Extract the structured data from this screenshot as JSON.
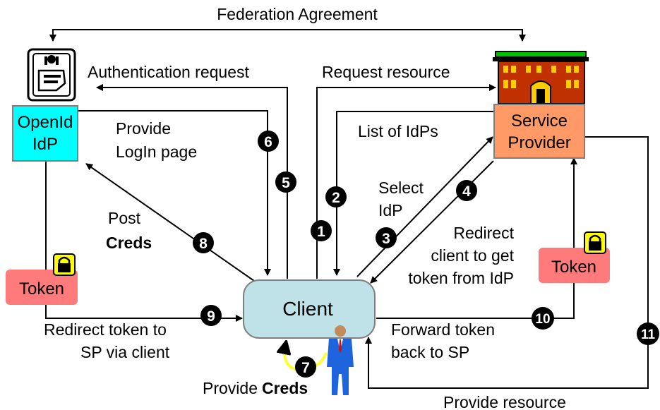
{
  "title": "Federation Agreement",
  "nodes": {
    "idp": {
      "line1": "OpenId",
      "line2": "IdP"
    },
    "sp": {
      "line1": "Service",
      "line2": "Provider"
    },
    "client": {
      "label": "Client"
    },
    "token_left": {
      "label": "Token"
    },
    "token_right": {
      "label": "Token"
    }
  },
  "labels": {
    "auth_request": "Authentication request",
    "request_resource": "Request resource",
    "provide_login_1": "Provide",
    "provide_login_2": "LogIn page",
    "list_idps": "List of IdPs",
    "select_idp_1": "Select",
    "select_idp_2": "IdP",
    "post_creds_1": "Post",
    "post_creds_2": "Creds",
    "redirect_1": "Redirect",
    "redirect_2": "client to get",
    "redirect_3": "token from IdP",
    "redirect_token_1": "Redirect token to",
    "redirect_token_2": "SP via client",
    "forward_token_1": "Forward token",
    "forward_token_2": "back to SP",
    "provide_creds_1": "Provide",
    "provide_creds_2": "Creds",
    "provide_resource": "Provide resource"
  },
  "steps": [
    "1",
    "2",
    "3",
    "4",
    "5",
    "6",
    "7",
    "8",
    "9",
    "10",
    "11"
  ],
  "colors": {
    "idp_fill": "#00ffff",
    "sp_fill": "#ff9966",
    "client_fill": "#bfe1e8",
    "token_fill": "#ff7a7a",
    "lock_fill": "#ffff00",
    "building_roof": "#00c000",
    "building_wall": "#c03000",
    "building_window": "#ffcc00",
    "person_suit": "#1e64dc",
    "arrow_yellow": "#ffff33"
  },
  "icons": {
    "idp": "openid-logo-icon",
    "sp": "building-icon",
    "lock": "padlock-icon",
    "user": "person-icon"
  }
}
